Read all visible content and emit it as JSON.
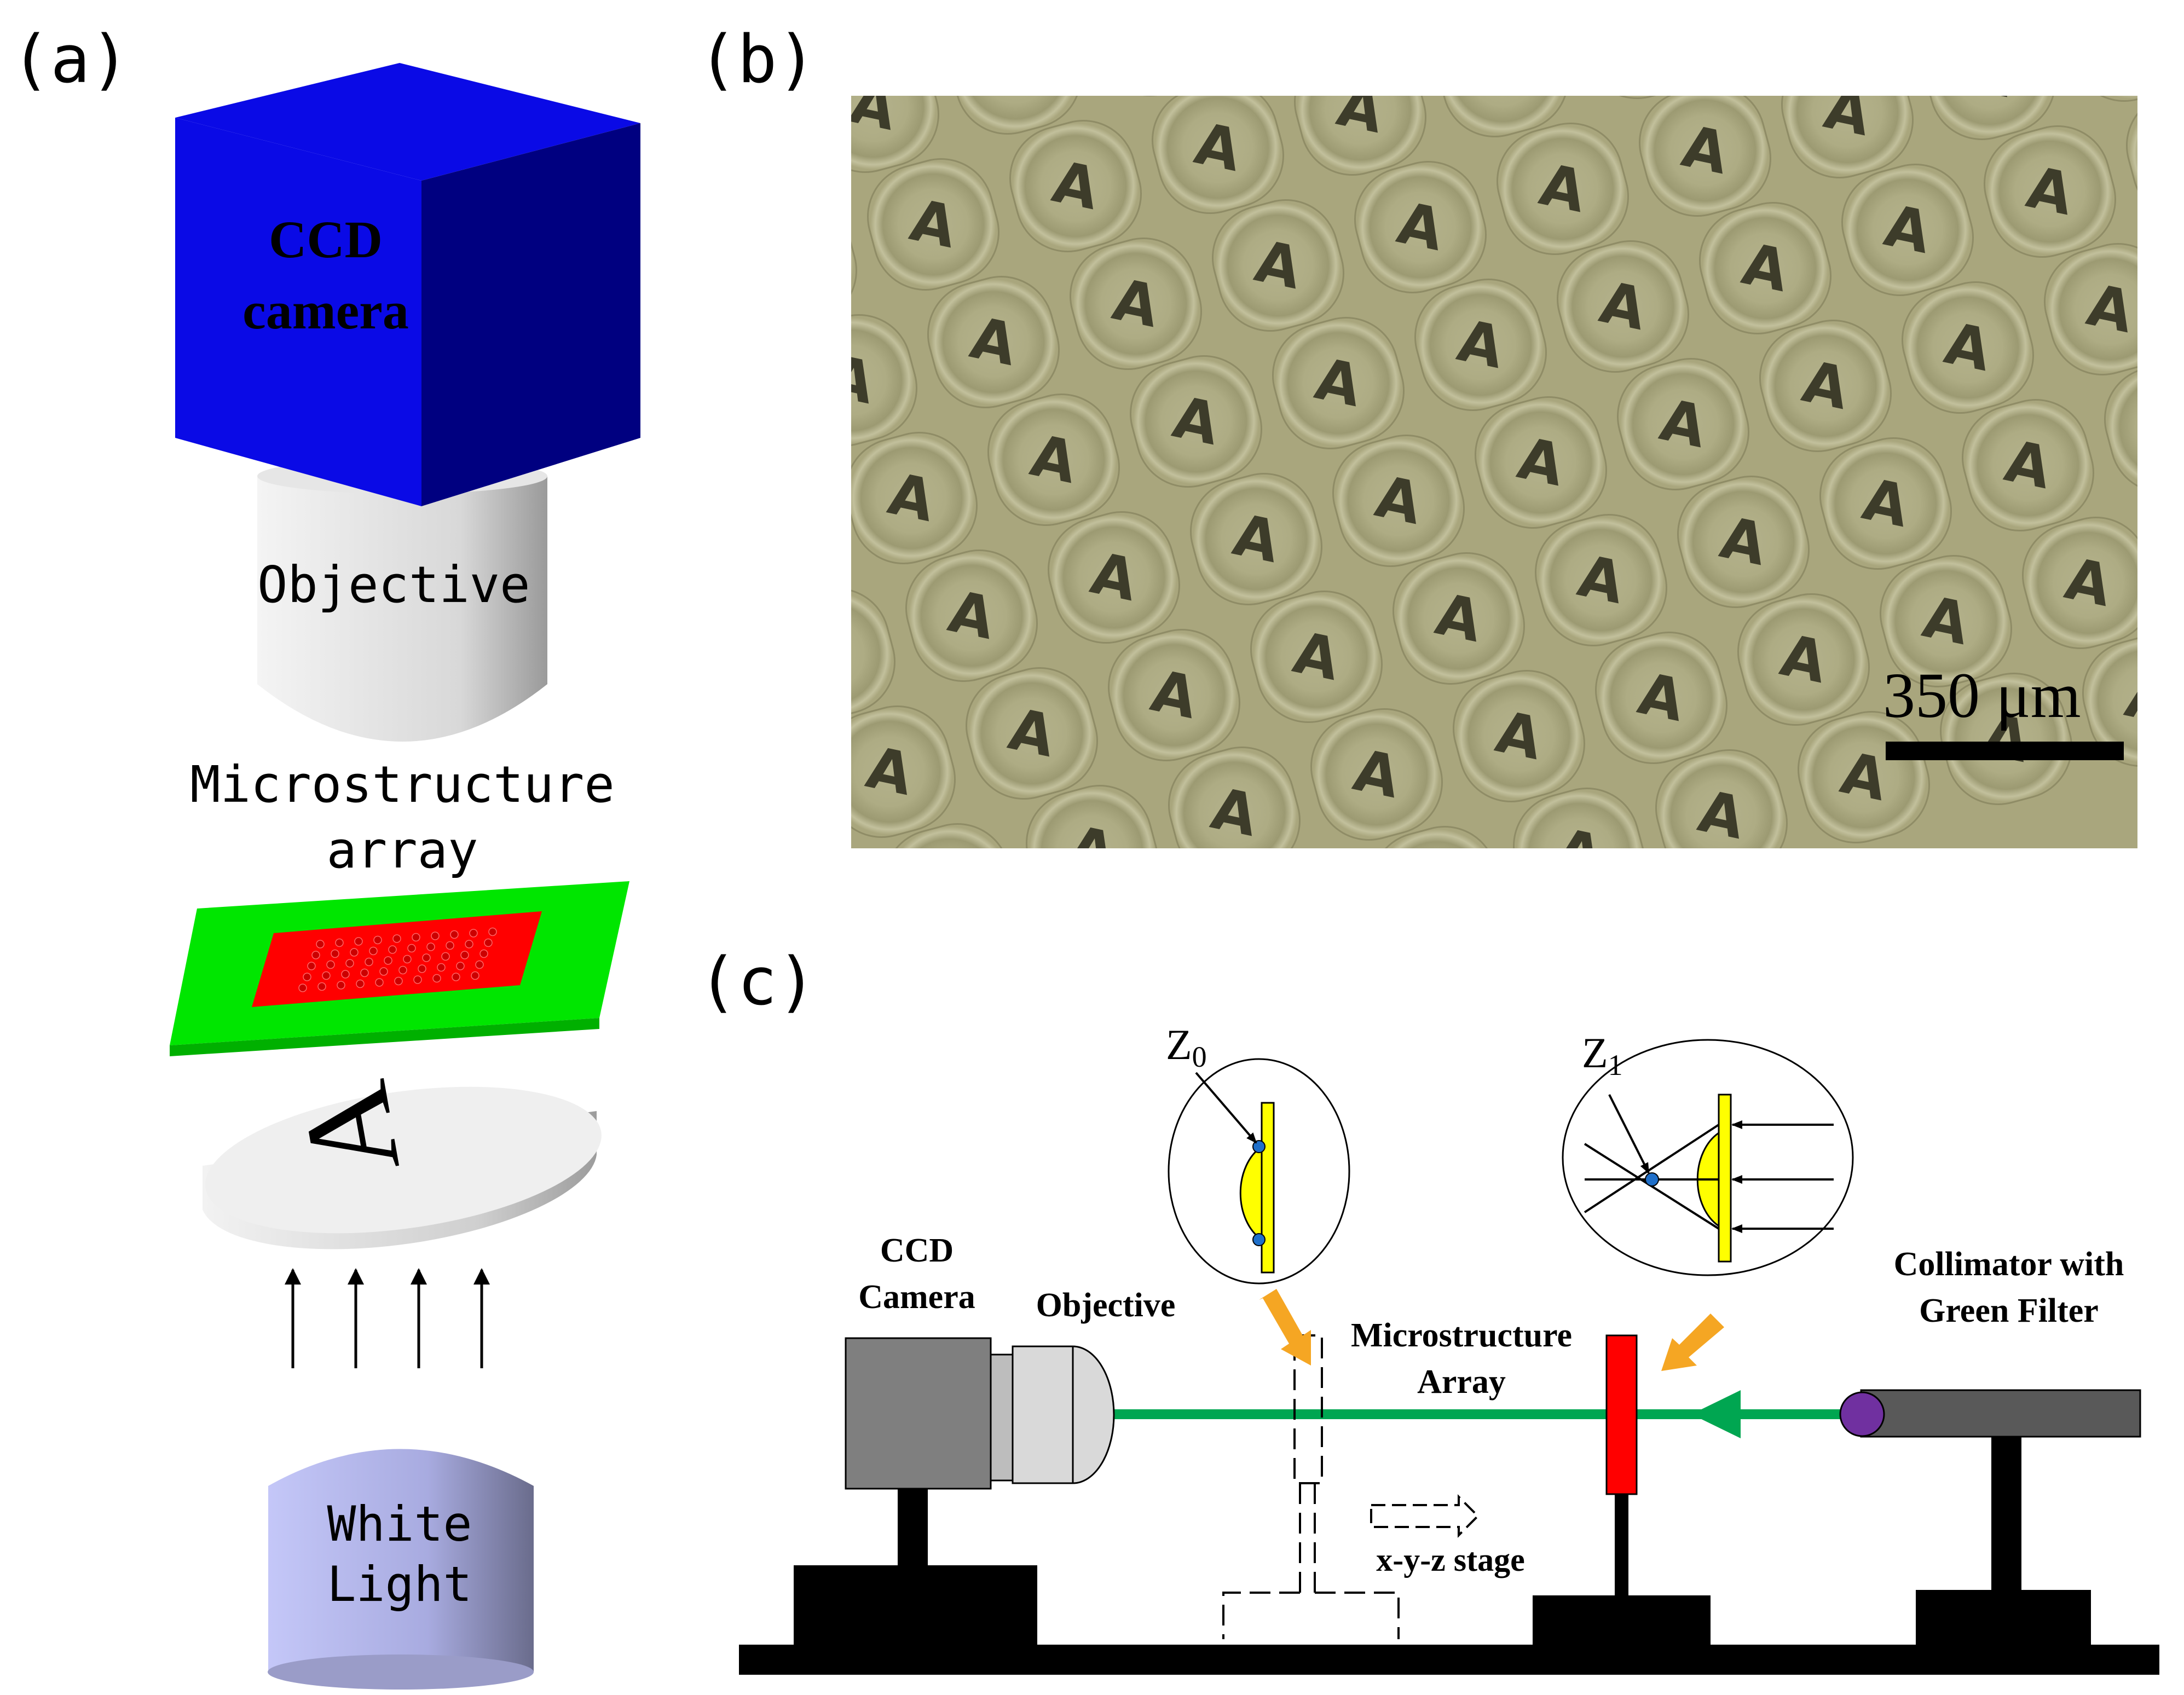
{
  "panels": {
    "a": {
      "label": "(a)",
      "ccd_line1": "CCD",
      "ccd_line2": "camera",
      "objective": "Objective",
      "array_line1": "Microstructure",
      "array_line2": "array",
      "object_letter": "A",
      "light_line1": "White",
      "light_line2": "Light"
    },
    "b": {
      "label": "(b)",
      "pattern_letter": "A",
      "scale_text": "350 μm"
    },
    "c": {
      "label": "(c)",
      "z0": "Z",
      "z0_sub": "0",
      "z1": "Z",
      "z1_sub": "1",
      "ccd_line1": "CCD",
      "ccd_line2": "Camera",
      "objective": "Objective",
      "array_line1": "Microstructure",
      "array_line2": "Array",
      "collimator_line1": "Collimator with",
      "collimator_line2": "Green Filter",
      "stage": "x-y-z stage"
    }
  },
  "colors": {
    "camera_blue": "#0a0ae6",
    "camera_blue_dark": "#000080",
    "plate_green": "#00e600",
    "array_red": "#ff0000",
    "beam_green": "#00a651",
    "lens_yellow": "#ffff00",
    "arrow_orange": "#f5a623",
    "collimator_purple": "#7030a0",
    "light_lavender": "#b8bcf0",
    "micrograph_bg": "#a9a67d"
  }
}
